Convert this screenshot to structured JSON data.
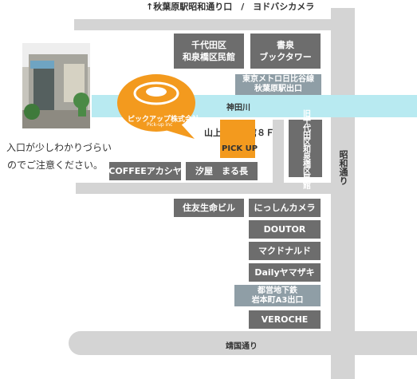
{
  "top_direction": "↑秋葉原駅昭和通り口　/　ヨドバシカメラ",
  "photo": {
    "caption_line1": "入口が少しわかりづらい",
    "caption_line2": "のでご注意ください。"
  },
  "logo": {
    "name": "ピックアップ株式会社",
    "sub": "Pick-up inc"
  },
  "river_label": "神田川",
  "road_labels": {
    "showa": "昭和通り",
    "yasukuni": "靖国通り"
  },
  "target": {
    "line1": "山上ビル東館８Ｆ",
    "line2": "PICK UP"
  },
  "buildings": {
    "chiyoda_ku": {
      "line1": "千代田区",
      "line2": "和泉橋区民館"
    },
    "shosen": {
      "line1": "書泉",
      "line2": "ブックタワー"
    },
    "metro": {
      "line1": "東京メトロ日比谷線",
      "line2": "秋葉原駅出口"
    },
    "old_chiyoda": "旧千代田区和泉橋区民館",
    "coffee": "COFFEEアカシヤ",
    "shioya": "汐屋　まる長",
    "sumitomo": "住友生命ビル",
    "nisshin": "にっしんカメラ",
    "doutor": "DOUTOR",
    "mcd": "マクドナルド",
    "daily": "Dailyヤマザキ",
    "toei": {
      "line1": "都営地下鉄",
      "line2": "岩本町A3出口"
    },
    "veroche": "VEROCHE"
  },
  "colors": {
    "road": "#d4d4d4",
    "river": "#b8eaf1",
    "building": "#6d6d6d",
    "station": "#8f9ea6",
    "highlight": "#f39a1e"
  }
}
